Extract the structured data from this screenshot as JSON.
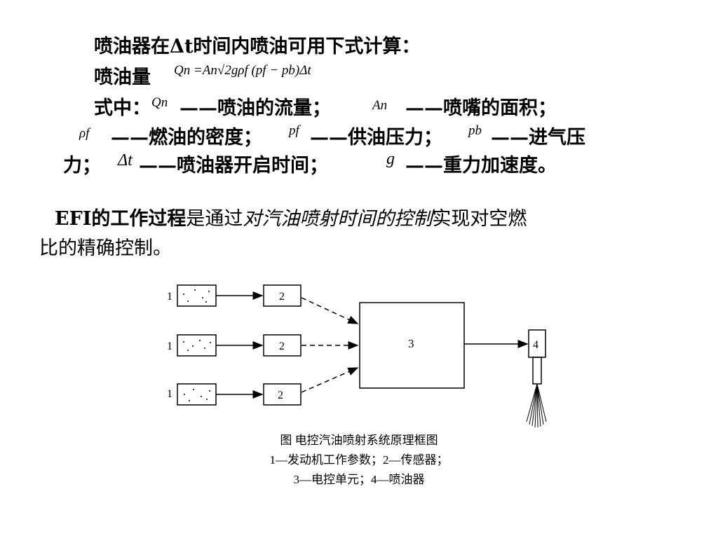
{
  "text": {
    "line1": "喷油器在Δt时间内喷油可用下式计算：",
    "line2_label": "喷油量",
    "formula": "Qn =An√2gρf (pf − pb)Δt",
    "line3_prefix": "式中：",
    "sym_Qn": "Qn",
    "desc_Qn": "——喷油的流量；",
    "sym_An": "An",
    "desc_An": "——喷嘴的面积；",
    "sym_rho": "ρf",
    "desc_rho": "——燃油的密度；",
    "sym_pf": "pf",
    "desc_pf": "——供油压力；",
    "sym_pb": "pb",
    "desc_pb": "——进气压",
    "line5_prefix": "力；",
    "sym_dt": "Δt",
    "desc_dt": "——喷油器开启时间；",
    "sym_g": "g",
    "desc_g": "——重力加速度。"
  },
  "efi": {
    "p1_bold": "EFI的工作过程",
    "p1_normal": "是通过",
    "p1_italic": "对汽油喷射时间的控制",
    "p1_tail": "实现对空燃",
    "p2": "比的精确控制。"
  },
  "diagram": {
    "label_1": "1",
    "label_2": "2",
    "label_3": "3",
    "label_4": "4"
  },
  "caption": {
    "line1": "图  电控汽油喷射系统原理框图",
    "line2": "1—发动机工作参数；2—传感器；",
    "line3": "3—电控单元；4—喷油器"
  }
}
